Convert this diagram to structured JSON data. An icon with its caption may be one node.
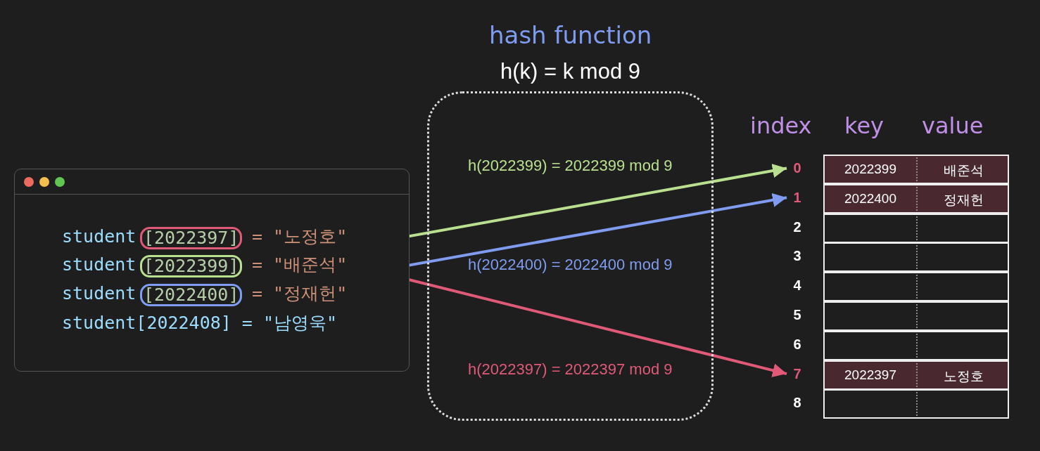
{
  "diagram": {
    "nodes": [
      {
        "text": [],
        "shape": "box"
      },
      {
        "text": [
          "[2022397]"
        ],
        "in": 0
      },
      {
        "text": [
          "[2022399]"
        ],
        "in": 0
      },
      {
        "text": [
          "[2022400]"
        ],
        "in": 0
      },
      {
        "text": [
          "0"
        ]
      },
      {
        "text": [
          "1"
        ]
      },
      {
        "text": [
          "2"
        ]
      },
      {
        "text": [
          "3"
        ]
      },
      {
        "text": [
          "4"
        ]
      },
      {
        "text": [
          "5"
        ]
      },
      {
        "text": [
          "6"
        ]
      },
      {
        "text": [
          "7"
        ]
      },
      {
        "text": [
          "8"
        ]
      },
      {
        "text": [
          "2022399",
          "배준석"
        ]
      },
      {
        "text": [
          "2022400",
          "정재헌"
        ]
      },
      {
        "text": [],
        "shape": "box"
      },
      {
        "text": [],
        "shape": "box"
      },
      {
        "text": [],
        "shape": "box"
      },
      {
        "text": [],
        "shape": "box"
      },
      {
        "text": [],
        "shape": "box"
      },
      {
        "text": [
          "2022397",
          "노정호"
        ]
      },
      {
        "text": [],
        "shape": "box"
      }
    ],
    "edges": [
      {
        "from": 1,
        "to": 11,
        "arrow": "to",
        "color": "#e05a78"
      },
      {
        "from": 2,
        "to": 4,
        "arrow": "to",
        "color": "#b9e08f"
      },
      {
        "from": 3,
        "to": 5,
        "arrow": "to",
        "color": "#7f9cf0"
      }
    ],
    "labels": [
      "hash function",
      "h(k) = k mod 9",
      "index",
      "key",
      "value",
      "h(2022399) = 2022399 mod 9",
      "student",
      "= \"노정호\"",
      "student",
      "= \"배준석\"",
      "h(2022400) = 2022400 mod 9",
      "student",
      "= \"정재헌\"",
      "student[2022408] = \"남영욱\"",
      "h(2022397) = 2022397 mod 9"
    ]
  }
}
